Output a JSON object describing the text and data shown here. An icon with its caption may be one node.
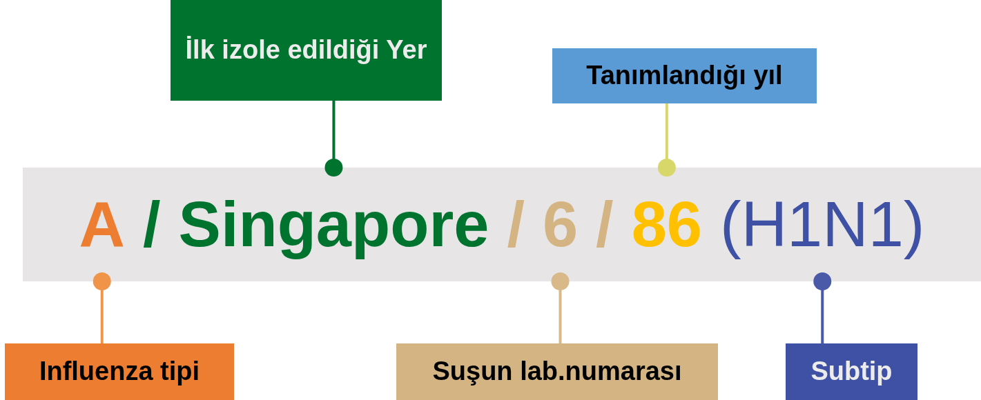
{
  "diagram": {
    "nodes": [
      {
        "text": [
          "İlk izole edildiği Yer"
        ]
      },
      {
        "text": [
          "Tanımlandığı yıl"
        ]
      },
      {
        "text": [],
        "shape": "bar"
      },
      {
        "text": [
          "A"
        ],
        "in": 2
      },
      {
        "text": [
          "/"
        ],
        "in": 2
      },
      {
        "text": [
          "Singapore"
        ],
        "in": 2
      },
      {
        "text": [
          "/"
        ],
        "in": 2
      },
      {
        "text": [
          "6"
        ],
        "in": 2
      },
      {
        "text": [
          "/"
        ],
        "in": 2
      },
      {
        "text": [
          "86"
        ],
        "in": 2
      },
      {
        "text": [
          "(H1N1)"
        ],
        "in": 2
      },
      {
        "text": [
          "Influenza tipi"
        ]
      },
      {
        "text": [
          "Suşun lab.numarası"
        ]
      },
      {
        "text": [
          "Subtip"
        ]
      }
    ],
    "edges": [
      {
        "from": 0,
        "to": 5,
        "arrow": "other",
        "color": "#00732f"
      },
      {
        "from": 1,
        "to": 9,
        "arrow": "other",
        "color": "#d8d86a"
      },
      {
        "from": 11,
        "to": 3,
        "arrow": "other",
        "color": "#f0944a"
      },
      {
        "from": 12,
        "to": 7,
        "arrow": "other",
        "color": "#d9b98a"
      },
      {
        "from": 13,
        "to": 10,
        "arrow": "other",
        "color": "#4a5aa8"
      }
    ]
  }
}
